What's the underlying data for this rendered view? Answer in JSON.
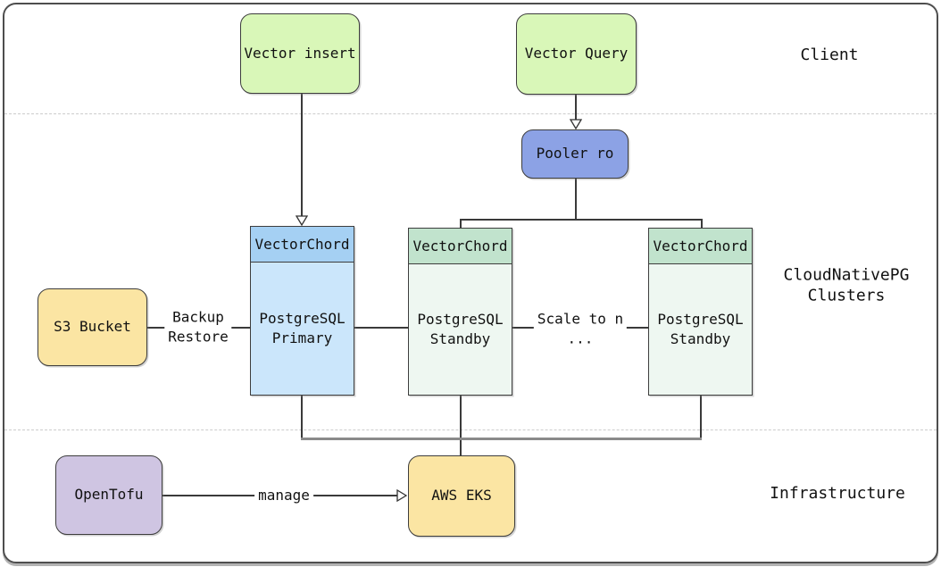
{
  "sections": {
    "client": {
      "label": "Client"
    },
    "clusters": {
      "label_line1": "CloudNativePG",
      "label_line2": "Clusters"
    },
    "infrastructure": {
      "label": "Infrastructure"
    }
  },
  "nodes": {
    "vector_insert": {
      "label": "Vector insert"
    },
    "vector_query": {
      "label": "Vector Query"
    },
    "pooler": {
      "label": "Pooler ro"
    },
    "s3": {
      "label": "S3 Bucket"
    },
    "primary": {
      "header": "VectorChord",
      "body_line1": "PostgreSQL",
      "body_line2": "Primary"
    },
    "standby1": {
      "header": "VectorChord",
      "body_line1": "PostgreSQL",
      "body_line2": "Standby"
    },
    "standby2": {
      "header": "VectorChord",
      "body_line1": "PostgreSQL",
      "body_line2": "Standby"
    },
    "opentofu": {
      "label": "OpenTofu"
    },
    "eks": {
      "label": "AWS EKS"
    }
  },
  "edges": {
    "backup_restore": {
      "line1": "Backup",
      "line2": "Restore"
    },
    "scale": {
      "line1": "Scale to n",
      "line2": "..."
    },
    "manage": {
      "label": "manage"
    }
  },
  "colors": {
    "green": "#d9f7b8",
    "pooler": "#8ca2e5",
    "blue_header": "#a5d0f3",
    "blue_body": "#cbe6fb",
    "green_header": "#c1e3cd",
    "green_body": "#eef7f1",
    "yellow": "#fbe5a3",
    "purple": "#cfc5e2",
    "line": "#3a3a3a",
    "thick_line": "#8a8a8a",
    "divider": "#cccccc",
    "frame": "#4e4e4e",
    "text": "#111111"
  }
}
